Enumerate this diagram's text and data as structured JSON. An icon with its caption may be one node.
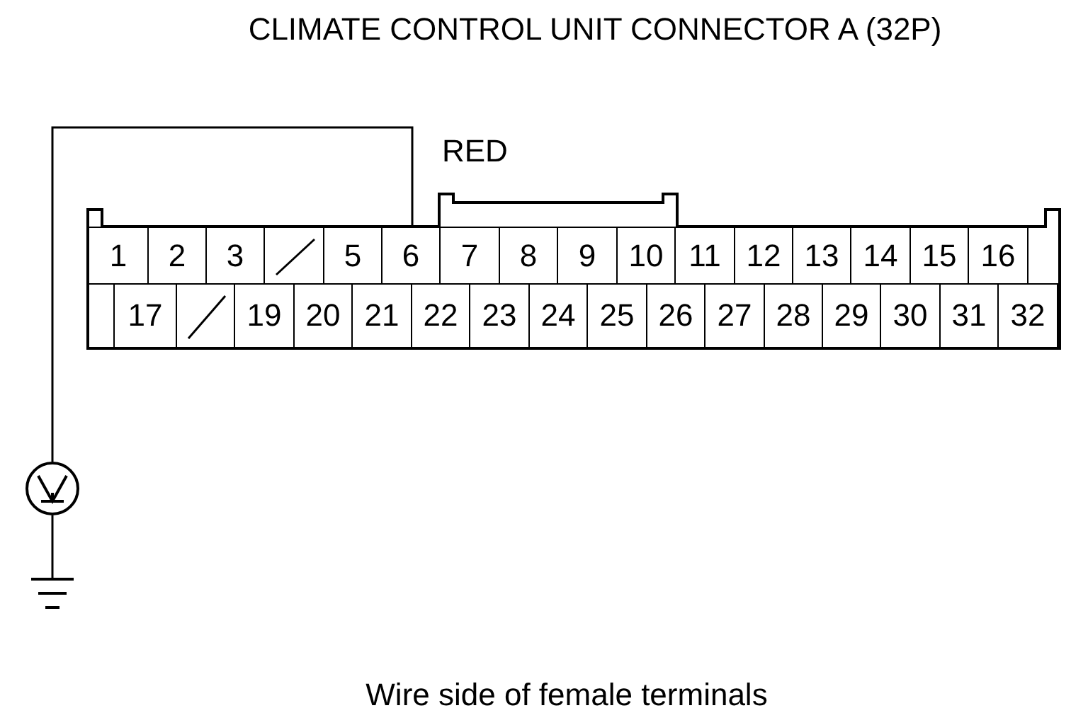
{
  "diagram": {
    "title": "CLIMATE CONTROL UNIT CONNECTOR A (32P)",
    "caption": "Wire side of female terminals",
    "nodes": [
      {
        "text": [
          "1"
        ]
      },
      {
        "text": [
          "2"
        ]
      },
      {
        "text": [
          "3"
        ]
      },
      {
        "text": [],
        "shape": "box"
      },
      {
        "text": [
          "5"
        ]
      },
      {
        "text": [
          "6"
        ]
      },
      {
        "text": [
          "7"
        ]
      },
      {
        "text": [
          "8"
        ]
      },
      {
        "text": [
          "9"
        ]
      },
      {
        "text": [
          "10"
        ]
      },
      {
        "text": [
          "11"
        ]
      },
      {
        "text": [
          "12"
        ]
      },
      {
        "text": [
          "13"
        ]
      },
      {
        "text": [
          "14"
        ]
      },
      {
        "text": [
          "15"
        ]
      },
      {
        "text": [
          "16"
        ]
      },
      {
        "text": [
          "17"
        ]
      },
      {
        "text": [],
        "shape": "box"
      },
      {
        "text": [
          "19"
        ]
      },
      {
        "text": [
          "20"
        ]
      },
      {
        "text": [
          "21"
        ]
      },
      {
        "text": [
          "22"
        ]
      },
      {
        "text": [
          "23"
        ]
      },
      {
        "text": [
          "24"
        ]
      },
      {
        "text": [
          "25"
        ]
      },
      {
        "text": [
          "26"
        ]
      },
      {
        "text": [
          "27"
        ]
      },
      {
        "text": [
          "28"
        ]
      },
      {
        "text": [
          "29"
        ]
      },
      {
        "text": [
          "30"
        ]
      },
      {
        "text": [
          "31"
        ]
      },
      {
        "text": [
          "32"
        ]
      },
      {
        "text": [],
        "shape": "circle"
      },
      {
        "text": [],
        "shape": "picture"
      }
    ],
    "edges": [
      {
        "from": 32,
        "to": 5,
        "arrow": "none"
      },
      {
        "from": 32,
        "to": 33,
        "arrow": "none"
      }
    ],
    "labels": [
      "RED"
    ]
  }
}
